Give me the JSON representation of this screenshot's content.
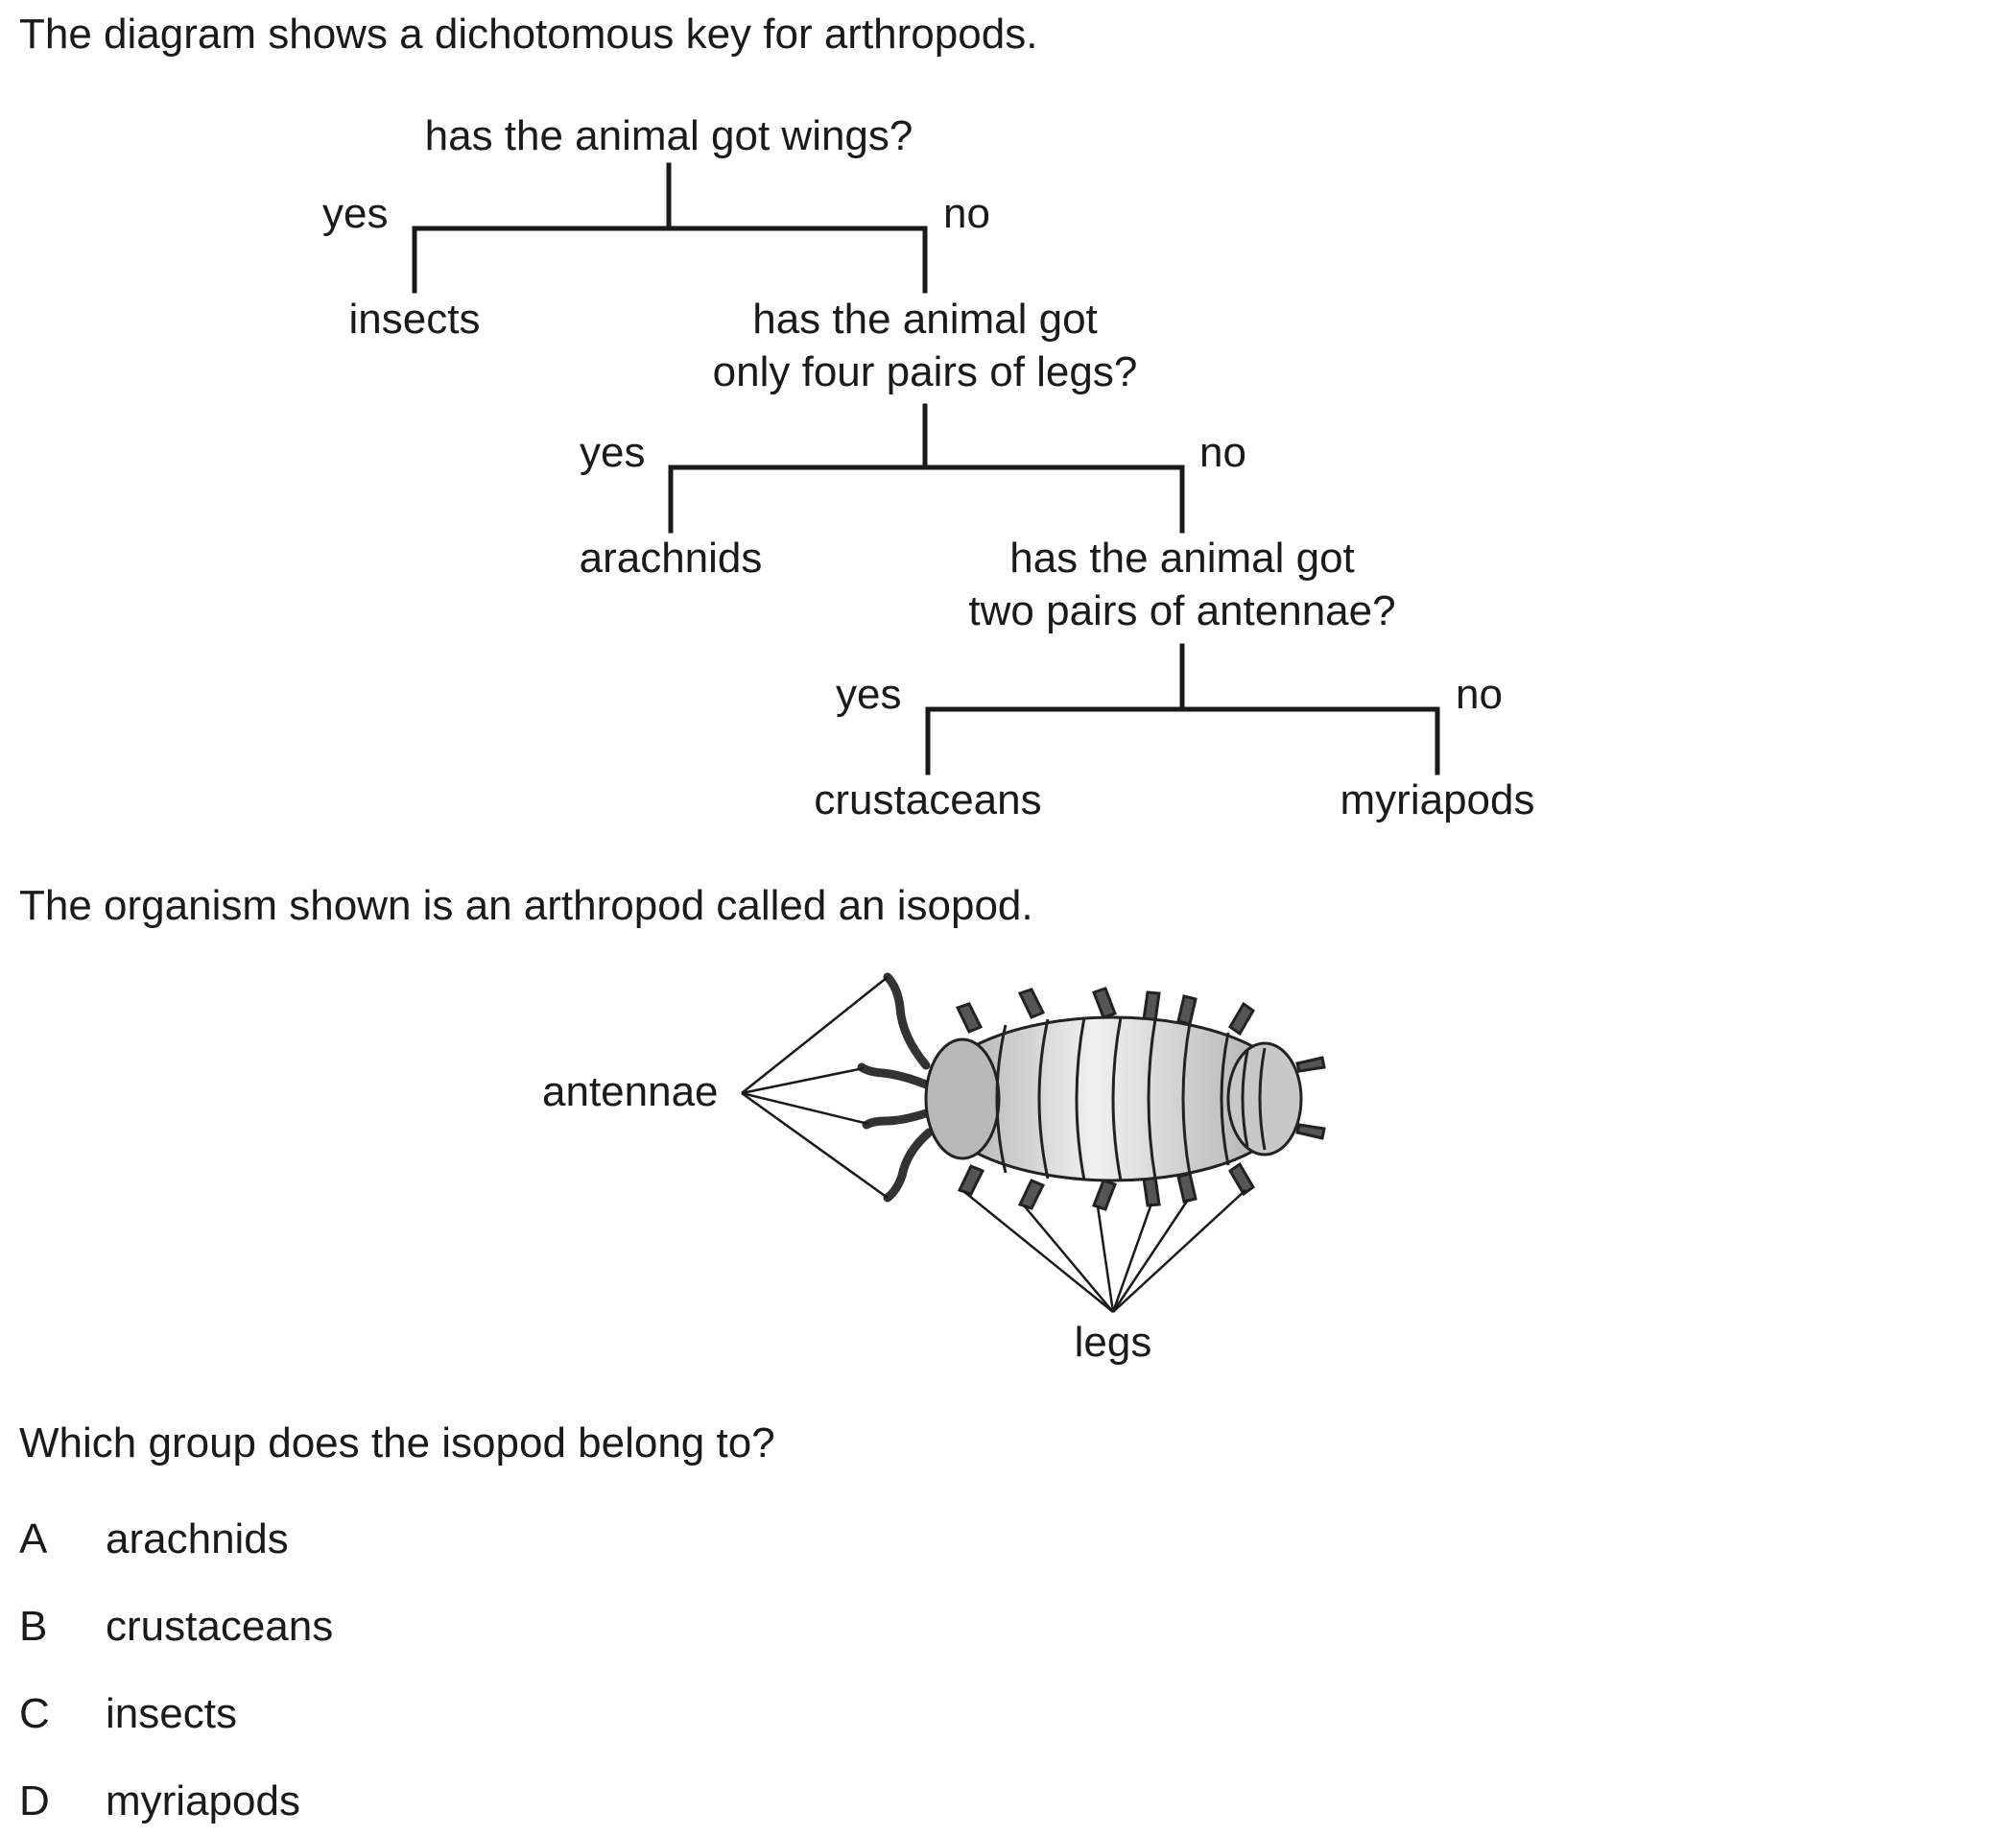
{
  "intro": "The diagram shows a dichotomous key for arthropods.",
  "key": {
    "q1": "has the animal got wings?",
    "q2_line1": "has the animal got",
    "q2_line2": "only four pairs of legs?",
    "q3_line1": "has the animal got",
    "q3_line2": "two pairs of antennae?",
    "yes": "yes",
    "no": "no",
    "groups": {
      "insects": "insects",
      "arachnids": "arachnids",
      "crustaceans": "crustaceans",
      "myriapods": "myriapods"
    }
  },
  "isopod_intro": "The organism shown is an arthropod called an isopod.",
  "figure_labels": {
    "antennae": "antennae",
    "legs": "legs"
  },
  "question": "Which group does the isopod belong to?",
  "options": [
    {
      "letter": "A",
      "text": "arachnids"
    },
    {
      "letter": "B",
      "text": "crustaceans"
    },
    {
      "letter": "C",
      "text": "insects"
    },
    {
      "letter": "D",
      "text": "myriapods"
    }
  ]
}
